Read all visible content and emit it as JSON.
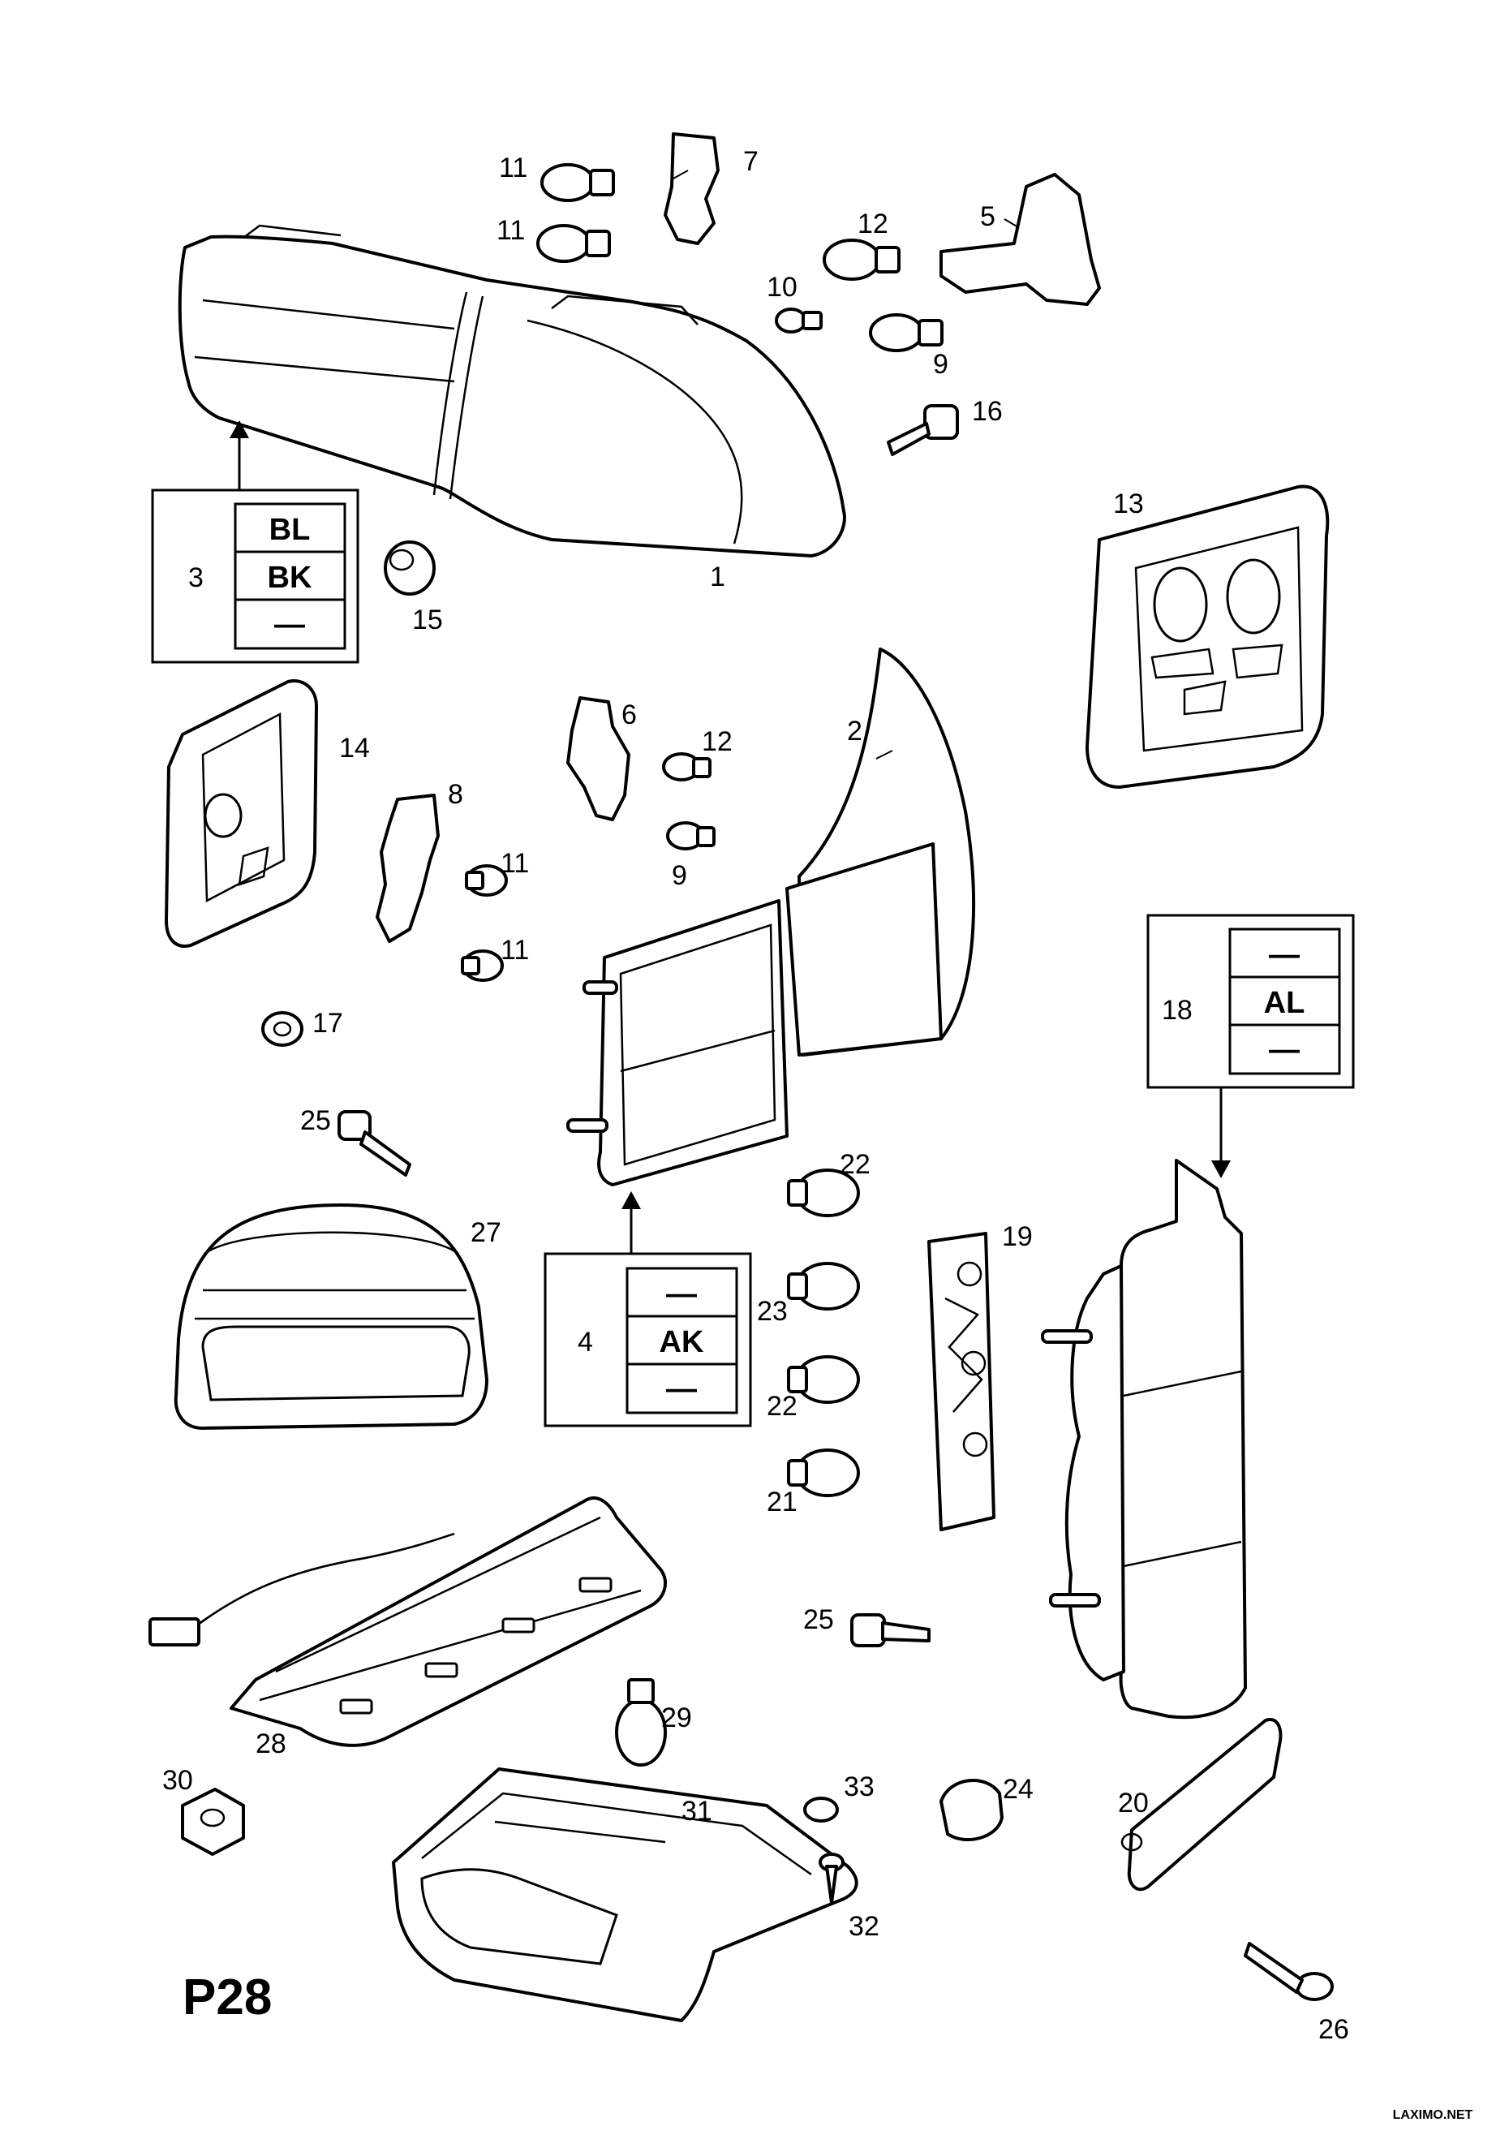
{
  "page_code": "P28",
  "watermark": "LAXIMO.NET",
  "variant_boxes": [
    {
      "callout": "3",
      "rows": [
        "BL",
        "BK",
        "—"
      ]
    },
    {
      "callout": "4",
      "rows": [
        "—",
        "AK",
        "—"
      ]
    },
    {
      "callout": "18",
      "rows": [
        "—",
        "AL",
        "—"
      ]
    }
  ],
  "callouts": [
    "1",
    "2",
    "5",
    "6",
    "7",
    "8",
    "9",
    "9",
    "10",
    "11",
    "11",
    "11",
    "11",
    "12",
    "12",
    "13",
    "14",
    "15",
    "16",
    "17",
    "19",
    "20",
    "21",
    "22",
    "22",
    "23",
    "24",
    "25",
    "25",
    "26",
    "27",
    "28",
    "29",
    "30",
    "31",
    "32",
    "33"
  ]
}
